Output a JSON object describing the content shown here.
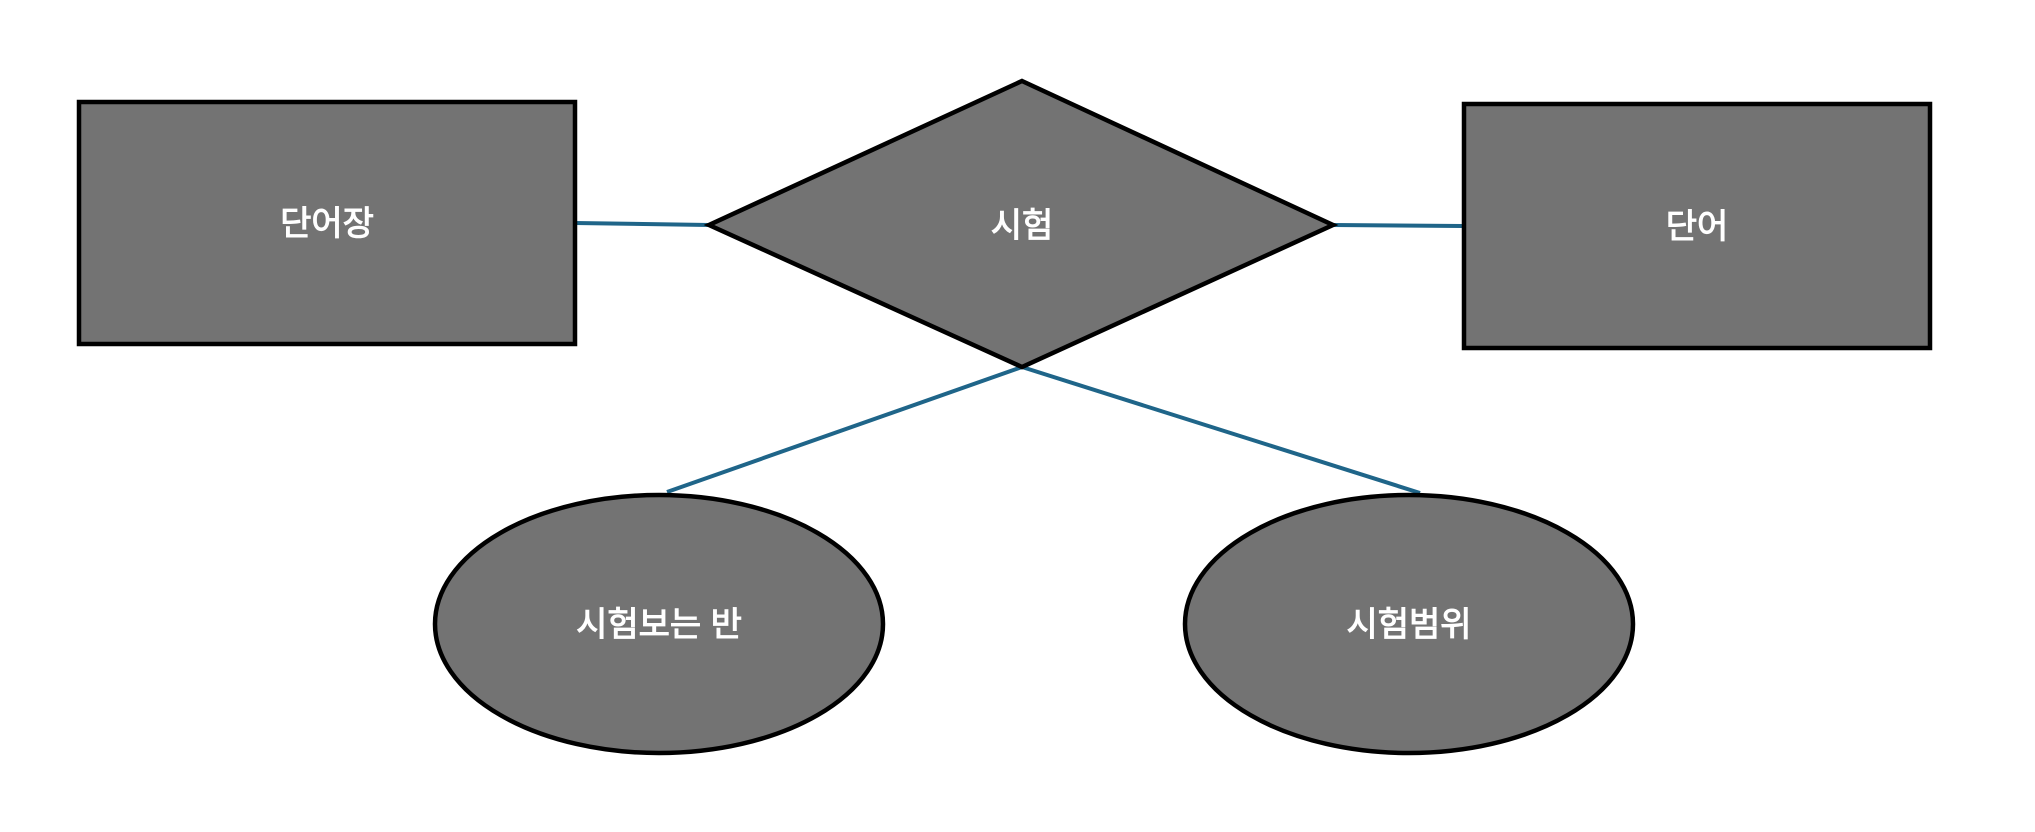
{
  "diagram": {
    "kind": "er-diagram",
    "background_color": "#ffffff",
    "colors": {
      "shape_fill": "#737373",
      "shape_border": "#000000",
      "connector": "#1f6589",
      "label_text": "#ffffff"
    },
    "nodes": {
      "wordbook": {
        "shape": "rectangle",
        "role": "entity",
        "label": "단어장"
      },
      "exam": {
        "shape": "diamond",
        "role": "relationship",
        "label": "시험"
      },
      "word": {
        "shape": "rectangle",
        "role": "entity",
        "label": "단어"
      },
      "exam_class": {
        "shape": "ellipse",
        "role": "attribute",
        "label": "시험보는 반"
      },
      "exam_scope": {
        "shape": "ellipse",
        "role": "attribute",
        "label": "시험범위"
      }
    },
    "edges": [
      {
        "from": "단어장",
        "to": "시험"
      },
      {
        "from": "시험",
        "to": "단어"
      },
      {
        "from": "시험",
        "to": "시험보는 반"
      },
      {
        "from": "시험",
        "to": "시험범위"
      }
    ]
  }
}
